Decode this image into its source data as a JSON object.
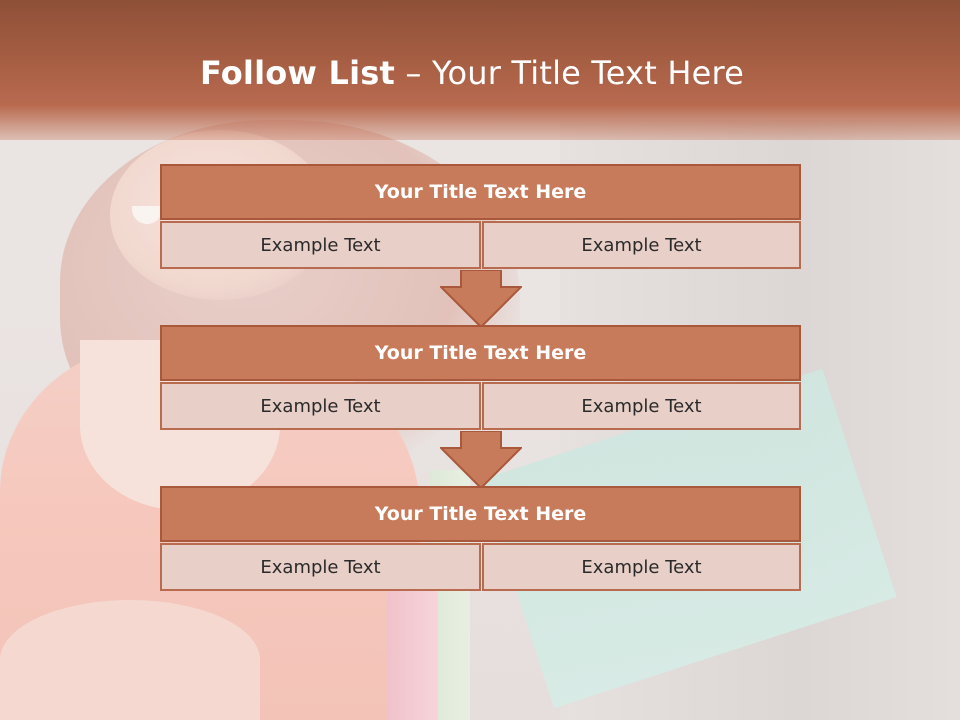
{
  "slide": {
    "title_bold": "Follow List",
    "title_rest": "– Your Title Text Here"
  },
  "steps": [
    {
      "title": "Your Title Text Here",
      "left": "Example Text",
      "right": "Example Text"
    },
    {
      "title": "Your Title Text Here",
      "left": "Example Text",
      "right": "Example Text"
    },
    {
      "title": "Your Title Text Here",
      "left": "Example Text",
      "right": "Example Text"
    }
  ],
  "colors": {
    "header": "#a45d42",
    "box_head": "#c77b5a",
    "box_cell": "#e8cfc8",
    "border": "#a9583c",
    "arrow_fill": "#c77b5a"
  },
  "icons": [
    "down-arrow-icon",
    "down-arrow-icon"
  ]
}
